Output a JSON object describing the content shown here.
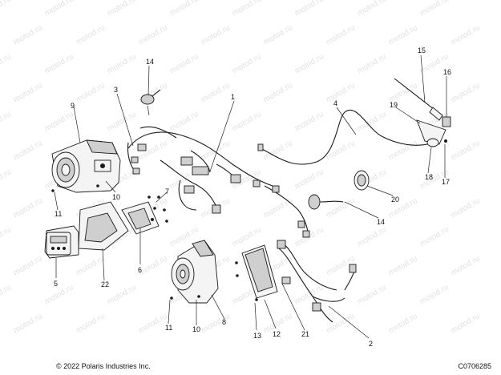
{
  "watermark": "motod.ru",
  "copyright": "© 2022 Polaris Industries Inc.",
  "diagram_code": "C0706285",
  "callouts": {
    "c1": "1",
    "c2": "2",
    "c3": "3",
    "c4": "4",
    "c5": "5",
    "c6": "6",
    "c7": "7",
    "c8": "8",
    "c9": "9",
    "c10a": "10",
    "c10b": "10",
    "c11a": "11",
    "c11b": "11",
    "c12": "12",
    "c13": "13",
    "c14a": "14",
    "c14b": "14",
    "c15": "15",
    "c16": "16",
    "c17": "17",
    "c18": "18",
    "c19": "19",
    "c20": "20",
    "c21": "21",
    "c22": "22"
  }
}
